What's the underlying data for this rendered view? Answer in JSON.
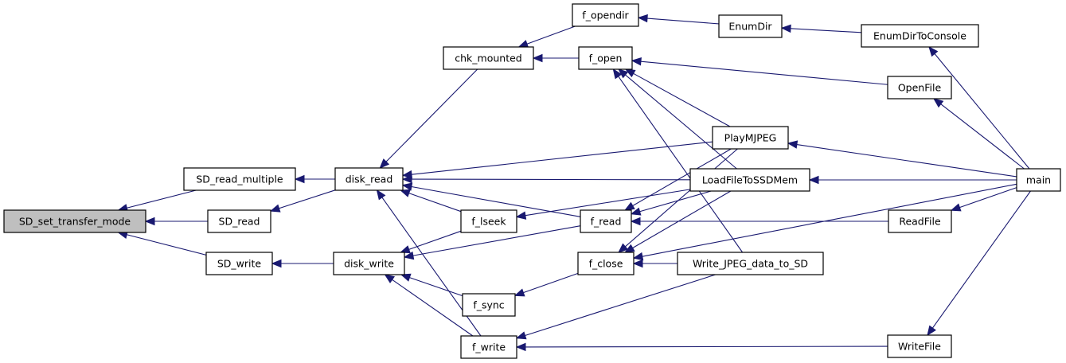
{
  "graph": {
    "type": "caller-graph",
    "root": "SD_set_transfer_mode",
    "colors": {
      "edge": "#191970",
      "root_fill": "#bfbfbf",
      "node_fill": "#ffffff",
      "node_border": "#000000"
    },
    "nodes": [
      {
        "id": "SD_set_transfer_mode",
        "label": "SD_set_transfer_mode"
      },
      {
        "id": "SD_read_multiple",
        "label": "SD_read_multiple"
      },
      {
        "id": "SD_read",
        "label": "SD_read"
      },
      {
        "id": "SD_write",
        "label": "SD_write"
      },
      {
        "id": "disk_read",
        "label": "disk_read"
      },
      {
        "id": "disk_write",
        "label": "disk_write"
      },
      {
        "id": "chk_mounted",
        "label": "chk_mounted"
      },
      {
        "id": "f_lseek",
        "label": "f_lseek"
      },
      {
        "id": "f_sync",
        "label": "f_sync"
      },
      {
        "id": "f_write",
        "label": "f_write"
      },
      {
        "id": "f_opendir",
        "label": "f_opendir"
      },
      {
        "id": "f_open",
        "label": "f_open"
      },
      {
        "id": "f_read",
        "label": "f_read"
      },
      {
        "id": "f_close",
        "label": "f_close"
      },
      {
        "id": "EnumDir",
        "label": "EnumDir"
      },
      {
        "id": "PlayMJPEG",
        "label": "PlayMJPEG"
      },
      {
        "id": "LoadFileToSSDMem",
        "label": "LoadFileToSSDMem"
      },
      {
        "id": "Write_JPEG_data_to_SD",
        "label": "Write_JPEG_data_to_SD"
      },
      {
        "id": "EnumDirToConsole",
        "label": "EnumDirToConsole"
      },
      {
        "id": "OpenFile",
        "label": "OpenFile"
      },
      {
        "id": "ReadFile",
        "label": "ReadFile"
      },
      {
        "id": "WriteFile",
        "label": "WriteFile"
      },
      {
        "id": "main",
        "label": "main"
      }
    ],
    "edges": [
      {
        "caller": "SD_read_multiple",
        "callee": "SD_set_transfer_mode"
      },
      {
        "caller": "SD_read",
        "callee": "SD_set_transfer_mode"
      },
      {
        "caller": "SD_write",
        "callee": "SD_set_transfer_mode"
      },
      {
        "caller": "disk_read",
        "callee": "SD_read_multiple"
      },
      {
        "caller": "disk_read",
        "callee": "SD_read"
      },
      {
        "caller": "disk_write",
        "callee": "SD_write"
      },
      {
        "caller": "chk_mounted",
        "callee": "disk_read"
      },
      {
        "caller": "f_lseek",
        "callee": "disk_read"
      },
      {
        "caller": "f_write",
        "callee": "disk_read"
      },
      {
        "caller": "f_read",
        "callee": "disk_read"
      },
      {
        "caller": "PlayMJPEG",
        "callee": "disk_read"
      },
      {
        "caller": "LoadFileToSSDMem",
        "callee": "disk_read"
      },
      {
        "caller": "f_lseek",
        "callee": "disk_write"
      },
      {
        "caller": "f_sync",
        "callee": "disk_write"
      },
      {
        "caller": "f_write",
        "callee": "disk_write"
      },
      {
        "caller": "f_read",
        "callee": "disk_write"
      },
      {
        "caller": "f_opendir",
        "callee": "chk_mounted"
      },
      {
        "caller": "f_open",
        "callee": "chk_mounted"
      },
      {
        "caller": "LoadFileToSSDMem",
        "callee": "f_lseek"
      },
      {
        "caller": "f_close",
        "callee": "f_sync"
      },
      {
        "caller": "Write_JPEG_data_to_SD",
        "callee": "f_write"
      },
      {
        "caller": "WriteFile",
        "callee": "f_write"
      },
      {
        "caller": "EnumDir",
        "callee": "f_opendir"
      },
      {
        "caller": "OpenFile",
        "callee": "f_open"
      },
      {
        "caller": "PlayMJPEG",
        "callee": "f_open"
      },
      {
        "caller": "LoadFileToSSDMem",
        "callee": "f_open"
      },
      {
        "caller": "Write_JPEG_data_to_SD",
        "callee": "f_open"
      },
      {
        "caller": "PlayMJPEG",
        "callee": "f_read"
      },
      {
        "caller": "LoadFileToSSDMem",
        "callee": "f_read"
      },
      {
        "caller": "ReadFile",
        "callee": "f_read"
      },
      {
        "caller": "PlayMJPEG",
        "callee": "f_close"
      },
      {
        "caller": "LoadFileToSSDMem",
        "callee": "f_close"
      },
      {
        "caller": "Write_JPEG_data_to_SD",
        "callee": "f_close"
      },
      {
        "caller": "main",
        "callee": "f_close"
      },
      {
        "caller": "EnumDirToConsole",
        "callee": "EnumDir"
      },
      {
        "caller": "main",
        "callee": "PlayMJPEG"
      },
      {
        "caller": "main",
        "callee": "LoadFileToSSDMem"
      },
      {
        "caller": "main",
        "callee": "EnumDirToConsole"
      },
      {
        "caller": "main",
        "callee": "OpenFile"
      },
      {
        "caller": "main",
        "callee": "ReadFile"
      },
      {
        "caller": "main",
        "callee": "WriteFile"
      }
    ]
  }
}
